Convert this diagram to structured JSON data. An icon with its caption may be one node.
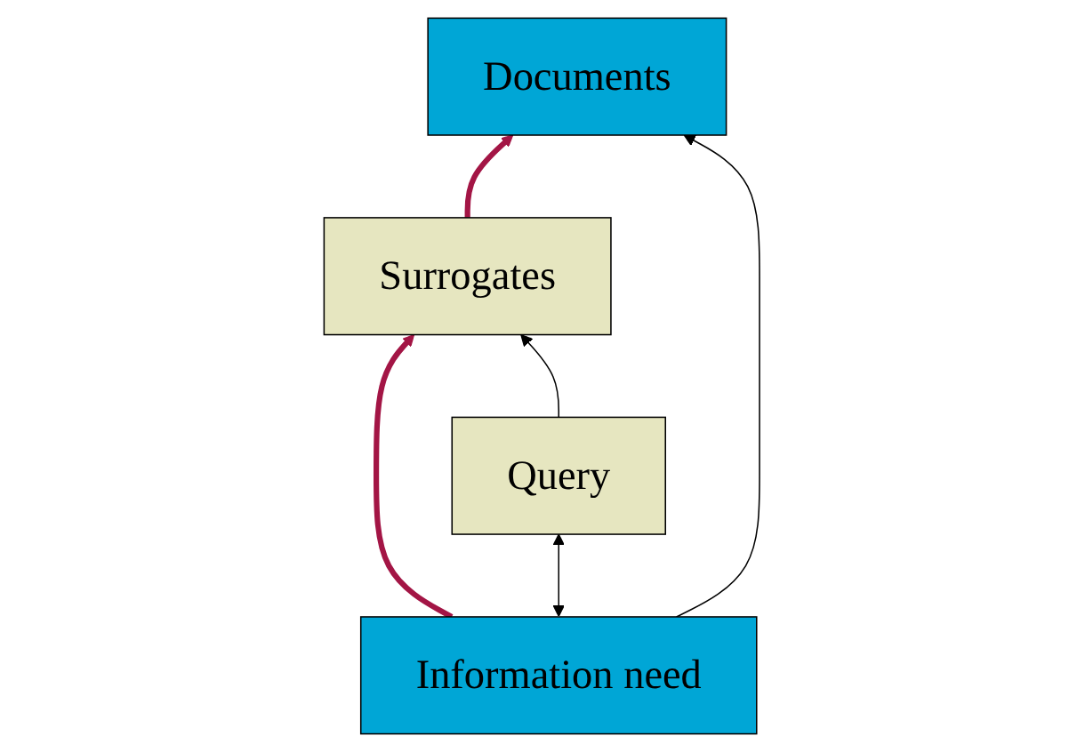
{
  "diagram": {
    "nodes": [
      {
        "text": [
          "Documents"
        ]
      },
      {
        "text": [
          "Surrogates"
        ]
      },
      {
        "text": [
          "Information need"
        ]
      },
      {
        "text": [
          "Query"
        ]
      }
    ],
    "edges": [
      {
        "from": 1,
        "to": 0,
        "arrow": "to",
        "style": "thick",
        "color": "#a31545"
      },
      {
        "from": 2,
        "to": 0,
        "arrow": "to"
      },
      {
        "from": 2,
        "to": 1,
        "arrow": "to",
        "style": "thick",
        "color": "#a31545"
      },
      {
        "from": 2,
        "to": 3,
        "arrow": "both"
      },
      {
        "from": 3,
        "to": 1,
        "arrow": "to"
      }
    ]
  }
}
